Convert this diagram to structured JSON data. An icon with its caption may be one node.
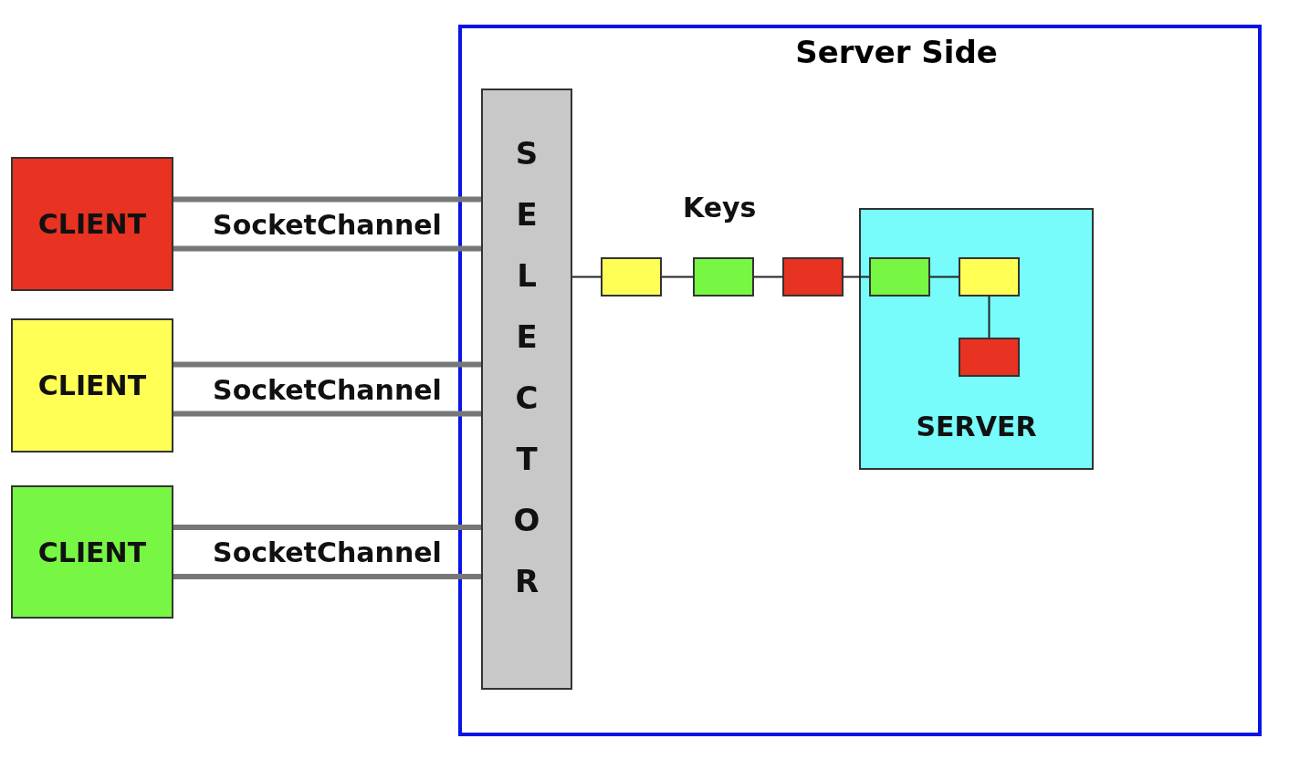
{
  "diagram": {
    "nodes": [
      {
        "text": [
          "Server Side"
        ]
      },
      {
        "text": [
          "CLIENT"
        ]
      },
      {
        "text": [
          "CLIENT"
        ]
      },
      {
        "text": [
          "CLIENT"
        ]
      },
      {
        "text": [
          "SELECTOR"
        ],
        "in": 0
      },
      {
        "text": [],
        "shape": "box",
        "in": 0
      },
      {
        "text": [],
        "shape": "box",
        "in": 0
      },
      {
        "text": [],
        "shape": "box",
        "in": 0
      },
      {
        "text": [
          "SERVER"
        ],
        "in": 0
      },
      {
        "text": [],
        "shape": "box",
        "in": 8
      },
      {
        "text": [],
        "shape": "box",
        "in": 8
      },
      {
        "text": [],
        "shape": "box",
        "in": 8
      }
    ],
    "edges": [
      {
        "from": 1,
        "to": 4,
        "arrow": "none",
        "label": "SocketChannel",
        "style": "thick"
      },
      {
        "from": 2,
        "to": 4,
        "arrow": "none",
        "label": "SocketChannel",
        "style": "thick"
      },
      {
        "from": 3,
        "to": 4,
        "arrow": "none",
        "label": "SocketChannel",
        "style": "thick"
      },
      {
        "from": 4,
        "to": 5,
        "arrow": "none"
      },
      {
        "from": 5,
        "to": 6,
        "arrow": "none"
      },
      {
        "from": 6,
        "to": 7,
        "arrow": "none"
      },
      {
        "from": 7,
        "to": 9,
        "arrow": "none"
      },
      {
        "from": 9,
        "to": 10,
        "arrow": "none"
      },
      {
        "from": 10,
        "to": 11,
        "arrow": "none"
      }
    ],
    "labels": [
      "Keys"
    ]
  }
}
